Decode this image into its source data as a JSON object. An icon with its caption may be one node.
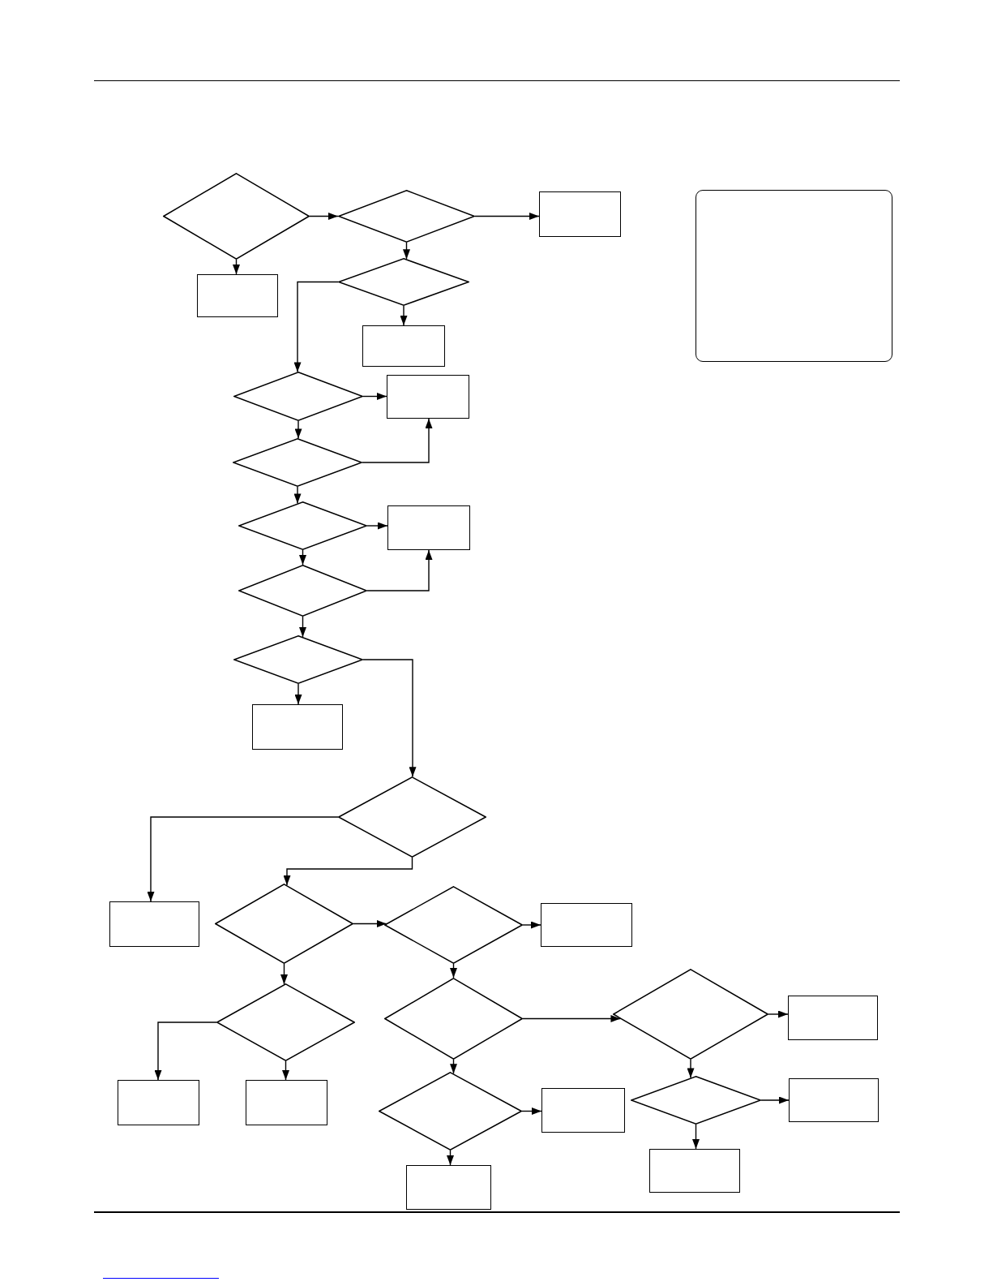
{
  "diagram": {
    "nodes": [
      {
        "text": [],
        "shape": "diamond"
      },
      {
        "text": [],
        "shape": "diamond"
      },
      {
        "text": [],
        "shape": "box"
      },
      {
        "text": [],
        "shape": "box"
      },
      {
        "text": [],
        "shape": "box"
      },
      {
        "text": [],
        "shape": "diamond"
      },
      {
        "text": [],
        "shape": "box"
      },
      {
        "text": [],
        "shape": "diamond"
      },
      {
        "text": [],
        "shape": "box"
      },
      {
        "text": [],
        "shape": "diamond"
      },
      {
        "text": [],
        "shape": "diamond"
      },
      {
        "text": [],
        "shape": "box"
      },
      {
        "text": [],
        "shape": "diamond"
      },
      {
        "text": [],
        "shape": "diamond"
      },
      {
        "text": [],
        "shape": "box"
      },
      {
        "text": [],
        "shape": "diamond"
      },
      {
        "text": [],
        "shape": "box"
      },
      {
        "text": [],
        "shape": "diamond"
      },
      {
        "text": [],
        "shape": "diamond"
      },
      {
        "text": [],
        "shape": "box"
      },
      {
        "text": [],
        "shape": "diamond"
      },
      {
        "text": [],
        "shape": "box"
      },
      {
        "text": [],
        "shape": "box"
      },
      {
        "text": [],
        "shape": "diamond"
      },
      {
        "text": [],
        "shape": "diamond"
      },
      {
        "text": [],
        "shape": "diamond"
      },
      {
        "text": [],
        "shape": "box"
      },
      {
        "text": [],
        "shape": "box"
      },
      {
        "text": [],
        "shape": "box"
      },
      {
        "text": [],
        "shape": "diamond"
      },
      {
        "text": [],
        "shape": "box"
      },
      {
        "text": [],
        "shape": "box"
      }
    ],
    "edges": [
      {
        "from": 0,
        "to": 1,
        "arrow": "to"
      },
      {
        "from": 1,
        "to": 2,
        "arrow": "to"
      },
      {
        "from": 0,
        "to": 4,
        "arrow": "to"
      },
      {
        "from": 1,
        "to": 5,
        "arrow": "to"
      },
      {
        "from": 5,
        "to": 6,
        "arrow": "to"
      },
      {
        "from": 5,
        "to": 7,
        "arrow": "to"
      },
      {
        "from": 7,
        "to": 8,
        "arrow": "to"
      },
      {
        "from": 7,
        "to": 9,
        "arrow": "to"
      },
      {
        "from": 9,
        "to": 8,
        "arrow": "to"
      },
      {
        "from": 9,
        "to": 10,
        "arrow": "to"
      },
      {
        "from": 10,
        "to": 11,
        "arrow": "to"
      },
      {
        "from": 10,
        "to": 12,
        "arrow": "to"
      },
      {
        "from": 12,
        "to": 11,
        "arrow": "to"
      },
      {
        "from": 12,
        "to": 13,
        "arrow": "to"
      },
      {
        "from": 13,
        "to": 14,
        "arrow": "to"
      },
      {
        "from": 13,
        "to": 15,
        "arrow": "to"
      },
      {
        "from": 15,
        "to": 16,
        "arrow": "to"
      },
      {
        "from": 15,
        "to": 17,
        "arrow": "to"
      },
      {
        "from": 17,
        "to": 18,
        "arrow": "to"
      },
      {
        "from": 18,
        "to": 19,
        "arrow": "to"
      },
      {
        "from": 17,
        "to": 20,
        "arrow": "to"
      },
      {
        "from": 20,
        "to": 21,
        "arrow": "to"
      },
      {
        "from": 20,
        "to": 22,
        "arrow": "to"
      },
      {
        "from": 18,
        "to": 23,
        "arrow": "to"
      },
      {
        "from": 23,
        "to": 25,
        "arrow": "to"
      },
      {
        "from": 23,
        "to": 24,
        "arrow": "to"
      },
      {
        "from": 24,
        "to": 26,
        "arrow": "to"
      },
      {
        "from": 24,
        "to": 27,
        "arrow": "to"
      },
      {
        "from": 25,
        "to": 28,
        "arrow": "to"
      },
      {
        "from": 25,
        "to": 29,
        "arrow": "to"
      },
      {
        "from": 29,
        "to": 30,
        "arrow": "to"
      },
      {
        "from": 29,
        "to": 31,
        "arrow": "to"
      }
    ]
  }
}
